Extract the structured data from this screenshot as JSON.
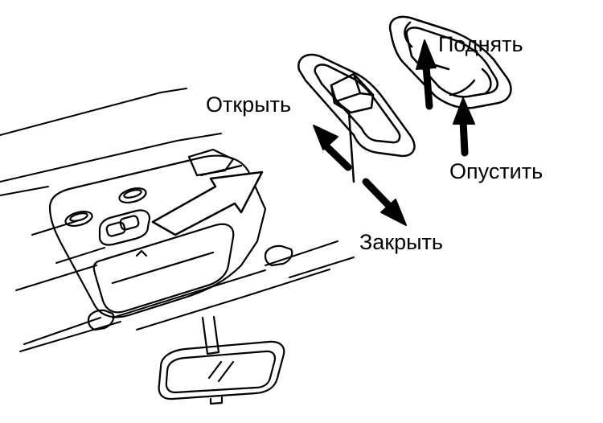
{
  "diagram": {
    "labels": {
      "open": "Открыть",
      "close": "Закрыть",
      "raise": "Поднять",
      "lower": "Опустить"
    },
    "colors": {
      "ink": "#000000",
      "paper": "#ffffff"
    },
    "icons": {
      "slide_switch": "slide-switch-icon",
      "tilt_switch": "tilt-switch-icon",
      "console": "overhead-console-icon",
      "mirror": "rearview-mirror-icon"
    }
  }
}
